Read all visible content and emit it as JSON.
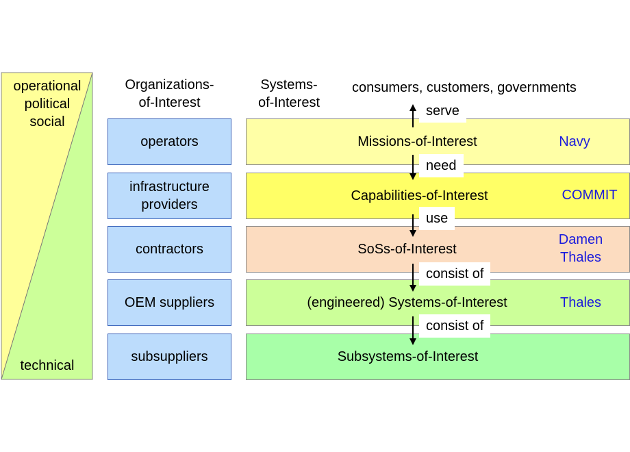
{
  "left_bar": {
    "top_label_lines": [
      "operational",
      "political",
      "social"
    ],
    "bottom_label": "technical",
    "colors": {
      "upper": "#ffff99",
      "lower": "#ccff99",
      "border": "#888888"
    }
  },
  "headers": {
    "organizations": [
      "Organizations-",
      "of-Interest"
    ],
    "systems": [
      "Systems-",
      "of-Interest"
    ],
    "top_stakeholders": "consumers, customers, governments"
  },
  "organizations": [
    {
      "label_lines": [
        "operators"
      ]
    },
    {
      "label_lines": [
        "infrastructure",
        "providers"
      ]
    },
    {
      "label_lines": [
        "contractors"
      ]
    },
    {
      "label_lines": [
        "OEM suppliers"
      ]
    },
    {
      "label_lines": [
        "subsuppliers"
      ]
    }
  ],
  "systems": [
    {
      "label": "Missions-of-Interest",
      "company_lines": [
        "Navy"
      ],
      "color": "#ffffa6"
    },
    {
      "label": "Capabilities-of-Interest",
      "company_lines": [
        "COMMIT"
      ],
      "color": "#ffff66"
    },
    {
      "label": "SoSs-of-Interest",
      "company_lines": [
        "Damen",
        "Thales"
      ],
      "color": "#fcdcc0"
    },
    {
      "label": "(engineered) Systems-of-Interest",
      "company_lines": [
        "Thales"
      ],
      "color": "#ccff99"
    },
    {
      "label": "Subsystems-of-Interest",
      "company_lines": [],
      "color": "#a8ffa8"
    }
  ],
  "connectors": [
    "serve",
    "need",
    "use",
    "consist of",
    "consist of"
  ],
  "colors": {
    "org_fill": "#bcdcfc",
    "org_border": "#3a62b8",
    "company_text": "#1a1adc"
  }
}
